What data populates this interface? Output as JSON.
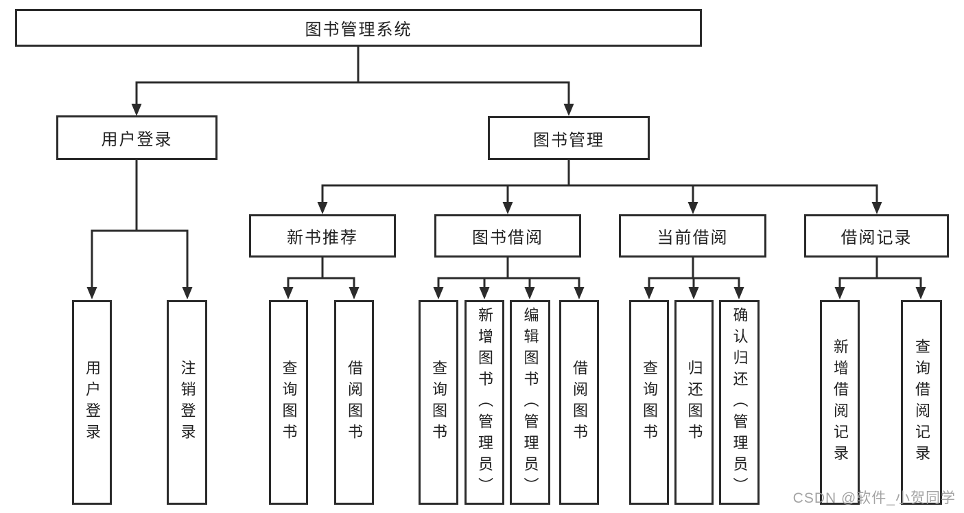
{
  "diagram": {
    "root": {
      "label": "图书管理系统"
    },
    "branches": [
      {
        "label": "用户登录",
        "children": [
          {
            "label": "用户登录"
          },
          {
            "label": "注销登录"
          }
        ]
      },
      {
        "label": "图书管理",
        "children": [
          {
            "label": "新书推荐",
            "children": [
              {
                "label": "查询图书"
              },
              {
                "label": "借阅图书"
              }
            ]
          },
          {
            "label": "图书借阅",
            "children": [
              {
                "label": "查询图书"
              },
              {
                "label": "新增图书（管理员）"
              },
              {
                "label": "编辑图书（管理员）"
              },
              {
                "label": "借阅图书"
              }
            ]
          },
          {
            "label": "当前借阅",
            "children": [
              {
                "label": "查询图书"
              },
              {
                "label": "归还图书"
              },
              {
                "label": "确认归还（管理员）"
              }
            ]
          },
          {
            "label": "借阅记录",
            "children": [
              {
                "label": "新增借阅记录"
              },
              {
                "label": "查询借阅记录"
              }
            ]
          }
        ]
      }
    ],
    "watermark": "CSDN @软件_小贺同学",
    "colors": {
      "line": "#2b2b2b",
      "box_border": "#2b2b2b",
      "text": "#212121",
      "watermark": "#9a9a9a",
      "background": "#ffffff"
    }
  }
}
